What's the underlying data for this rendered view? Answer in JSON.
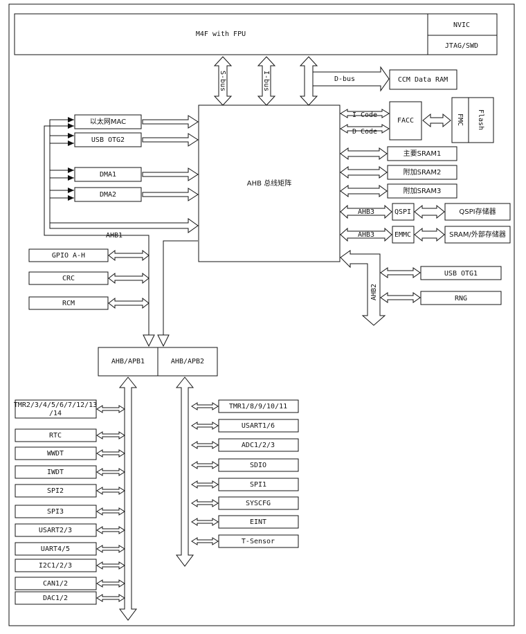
{
  "cpu": {
    "label": "M4F with FPU"
  },
  "nvic": {
    "label": "NVIC"
  },
  "jtag": {
    "label": "JTAG/SWD"
  },
  "buses": {
    "s_bus": "S-bus",
    "i_bus": "I-bus",
    "d_bus": "D-bus",
    "i_code": "I Code",
    "d_code": "D Code",
    "ahb1": "AHB1",
    "ahb2": "AHB2",
    "ahb3_a": "AHB3",
    "ahb3_b": "AHB3"
  },
  "ccm": {
    "label": "CCM Data RAM"
  },
  "matrix": {
    "label": "AHB 总线矩阵"
  },
  "facc": {
    "label": "FACC"
  },
  "fmc": {
    "label": "FMC"
  },
  "flash": {
    "label": "Flash"
  },
  "masters": {
    "eth": "以太网MAC",
    "otg2": "USB OTG2",
    "dma1": "DMA1",
    "dma2": "DMA2"
  },
  "sram": {
    "s1": "主要SRAM1",
    "s2": "附加SRAM2",
    "s3": "附加SRAM3"
  },
  "qspi": {
    "label": "QSPI",
    "mem": "QSPI存储器"
  },
  "emmc": {
    "label": "EMMC",
    "mem": "SRAM/外部存储器"
  },
  "ahb2_periph": {
    "otg1": "USB OTG1",
    "rng": "RNG"
  },
  "ahb1_periph": {
    "gpio": "GPIO A-H",
    "crc": "CRC",
    "rcm": "RCM"
  },
  "bridges": {
    "apb1": "AHB/APB1",
    "apb2": "AHB/APB2"
  },
  "apb1": {
    "tmr_a": "TMR2/3/4/5/6/7/12/13",
    "tmr_b": "/14",
    "rtc": "RTC",
    "wwdt": "WWDT",
    "iwdt": "IWDT",
    "spi2": "SPI2",
    "spi3": "SPI3",
    "usart23": "USART2/3",
    "uart45": "UART4/5",
    "i2c": "I2C1/2/3",
    "can": "CAN1/2",
    "dac": "DAC1/2"
  },
  "apb2": {
    "tmr": "TMR1/8/9/10/11",
    "usart16": "USART1/6",
    "adc": "ADC1/2/3",
    "sdio": "SDIO",
    "spi1": "SPI1",
    "syscfg": "SYSCFG",
    "eint": "EINT",
    "tsensor": "T-Sensor"
  }
}
